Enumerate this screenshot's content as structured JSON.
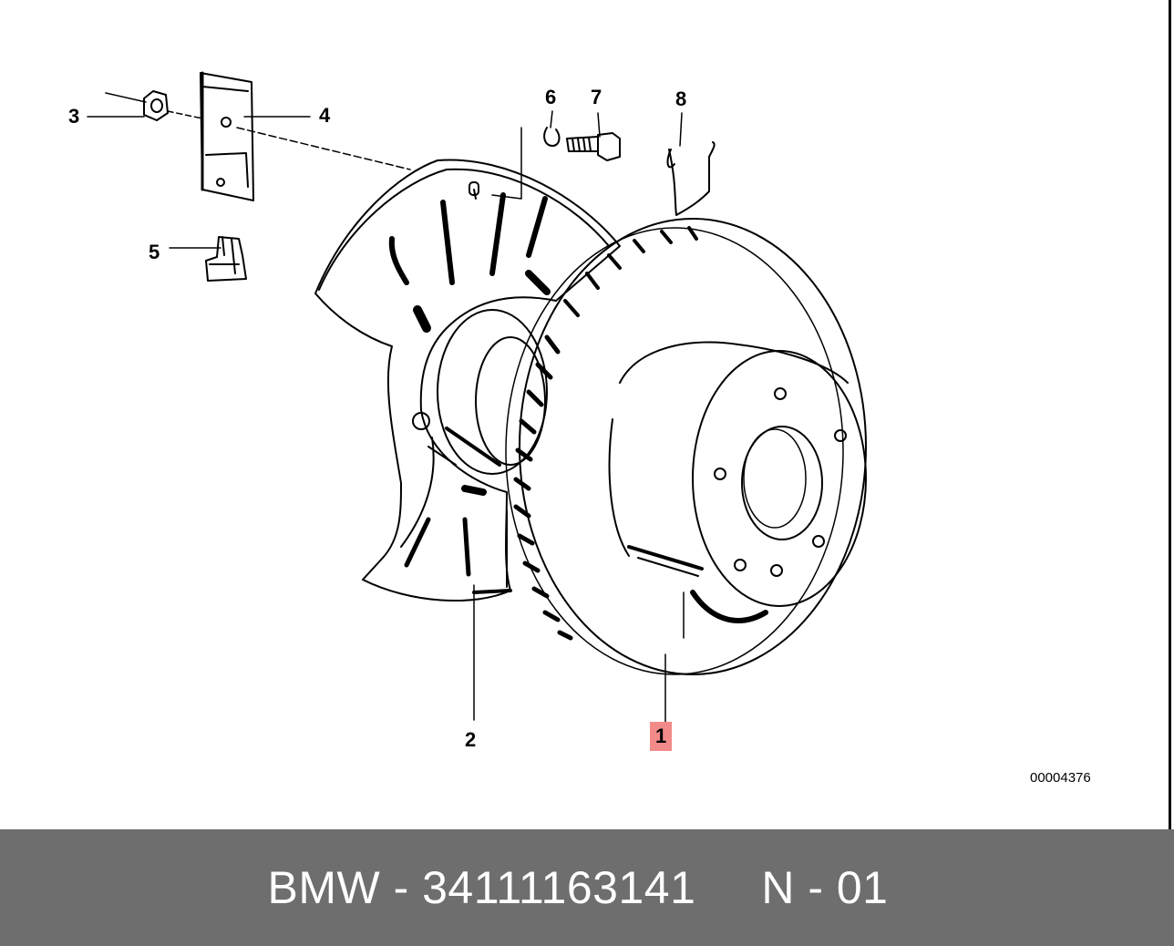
{
  "diagram": {
    "callouts": [
      {
        "id": "1",
        "label": "1"
      },
      {
        "id": "2",
        "label": "2"
      },
      {
        "id": "3",
        "label": "3"
      },
      {
        "id": "4",
        "label": "4"
      },
      {
        "id": "5",
        "label": "5"
      },
      {
        "id": "6",
        "label": "6"
      },
      {
        "id": "7",
        "label": "7"
      },
      {
        "id": "8",
        "label": "8"
      }
    ],
    "highlighted_callout": "1",
    "highlight_color": "#f28a8a",
    "reference_number": "00004376"
  },
  "footer": {
    "text": "BMW - 34111163141     N - 01",
    "background": "#6e6e6e"
  }
}
